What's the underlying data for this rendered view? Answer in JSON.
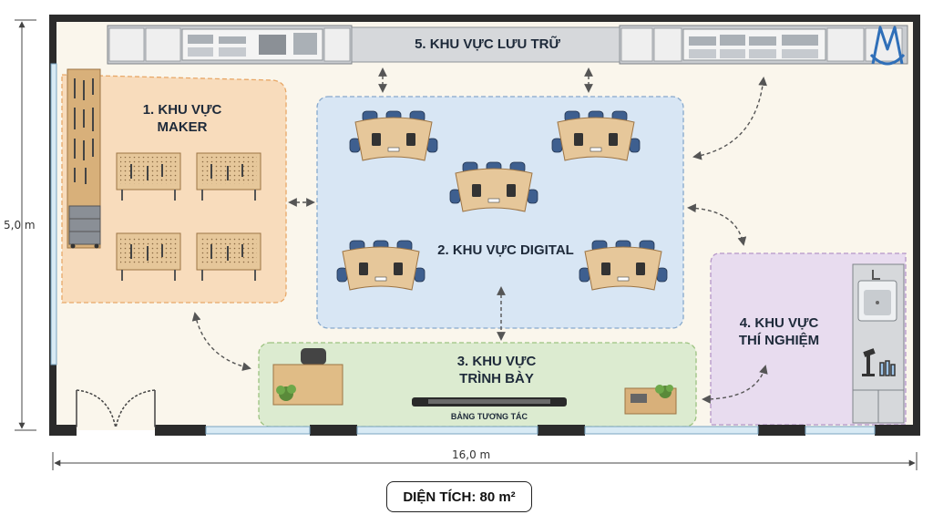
{
  "zones": {
    "maker": {
      "line1": "1. KHU VỰC",
      "line2": "MAKER"
    },
    "digital": {
      "label": "2. KHU VỰC DIGITAL"
    },
    "presentation": {
      "line1": "3. KHU VỰC",
      "line2": "TRÌNH BÀY"
    },
    "lab": {
      "line1": "4. KHU VỰC",
      "line2": "THÍ NGHIỆM"
    },
    "storage": {
      "label": "5. KHU VỰC LƯU TRỮ"
    }
  },
  "board_label": "BẢNG TƯƠNG TÁC",
  "dimensions": {
    "height": "5,0 m",
    "width": "16,0 m"
  },
  "area": {
    "label": "DIỆN TÍCH: 80 m²"
  },
  "colors": {
    "maker": "#f8dcbc",
    "digital": "#d8e6f4",
    "presentation": "#dcebd0",
    "lab": "#e8dcef",
    "floor": "#faf6ec",
    "wall": "#2b2b2b",
    "cabinet": "#c9ccd0",
    "chair": "#3e5f8f",
    "table": "#e6c79a"
  },
  "icons": [
    "logo-icon",
    "door-icon",
    "sink-icon",
    "microscope-icon",
    "plant-icon",
    "tool-icon"
  ]
}
